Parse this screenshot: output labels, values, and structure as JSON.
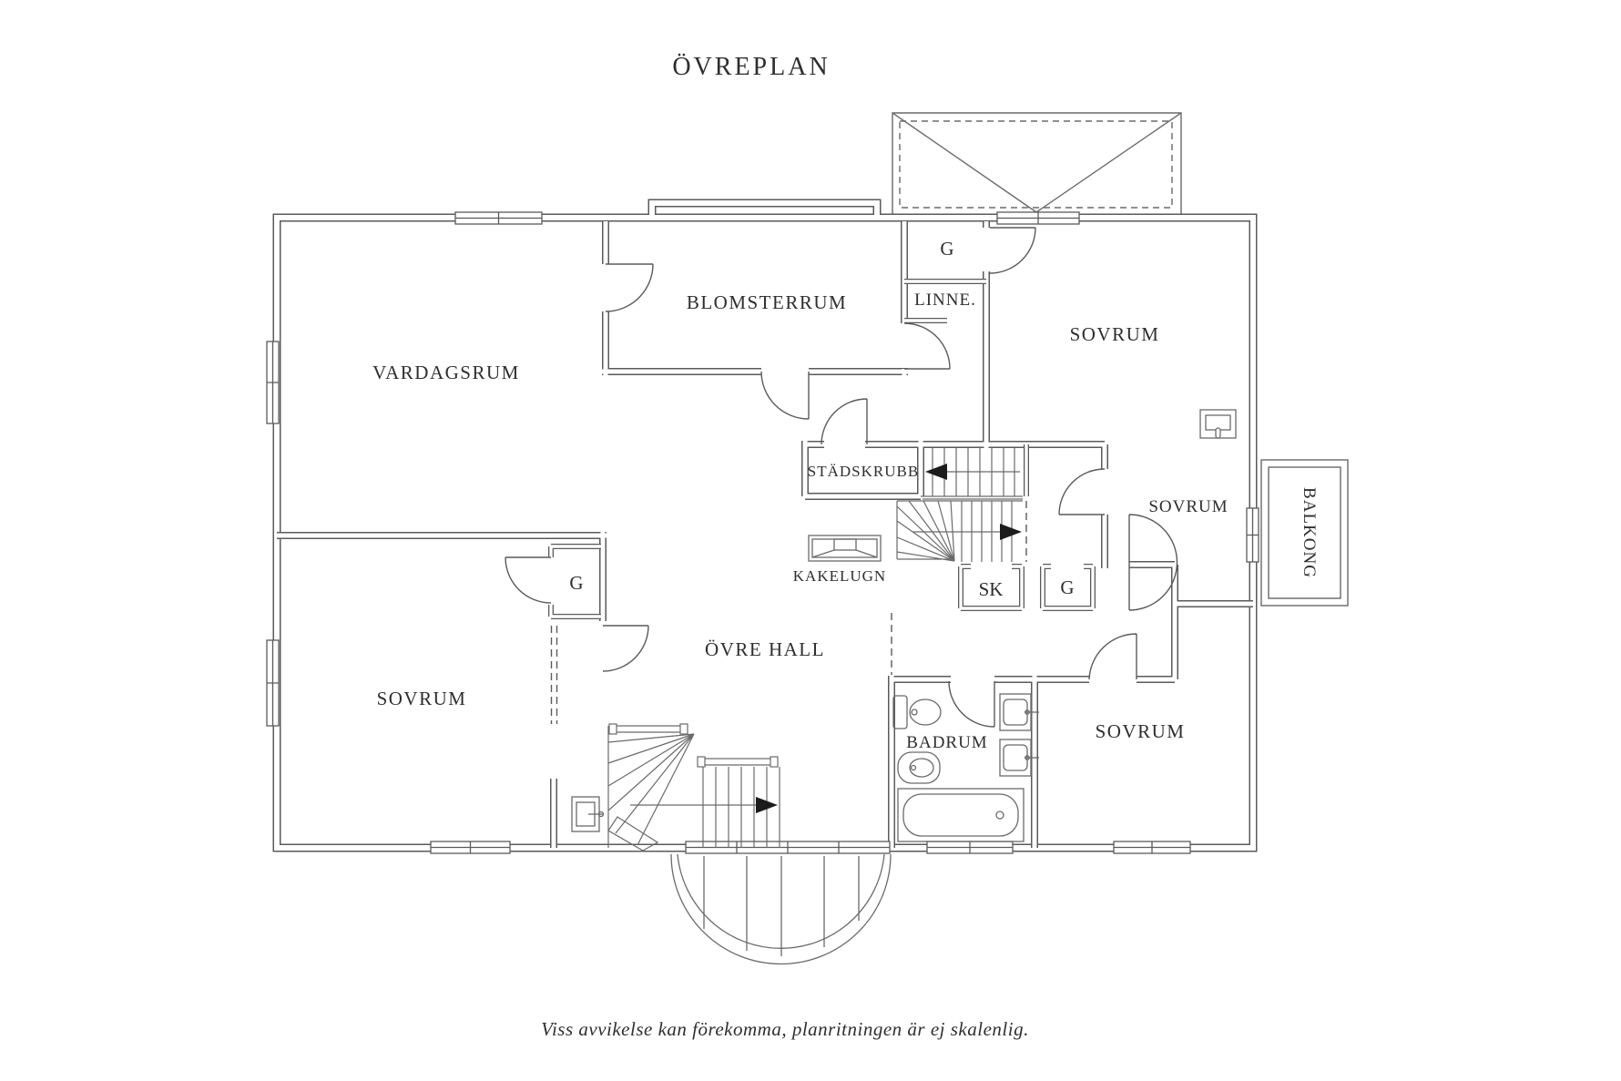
{
  "header": {
    "title": "ÖVREPLAN"
  },
  "footer": {
    "disclaimer": "Viss avvikelse kan förekomma, planritningen är ej skalenlig."
  },
  "rooms": [
    {
      "id": "vardagsrum",
      "label": "VARDAGSRUM"
    },
    {
      "id": "blomsterrum",
      "label": "BLOMSTERRUM"
    },
    {
      "id": "linne",
      "label": "LINNE."
    },
    {
      "id": "garderob-top",
      "label": "G"
    },
    {
      "id": "sovrum-top-right",
      "label": "SOVRUM"
    },
    {
      "id": "stadskrubb",
      "label": "STÄDSKRUBB"
    },
    {
      "id": "kakelugn",
      "label": "KAKELUGN"
    },
    {
      "id": "sovrum-mid-right",
      "label": "SOVRUM"
    },
    {
      "id": "balkong",
      "label": "BALKONG"
    },
    {
      "id": "sk",
      "label": "SK"
    },
    {
      "id": "garderob-mid",
      "label": "G"
    },
    {
      "id": "ovre-hall",
      "label": "ÖVRE HALL"
    },
    {
      "id": "garderob-left",
      "label": "G"
    },
    {
      "id": "sovrum-bottom-left",
      "label": "SOVRUM"
    },
    {
      "id": "badrum",
      "label": "BADRUM"
    },
    {
      "id": "sovrum-bottom-right",
      "label": "SOVRUM"
    }
  ],
  "colors": {
    "wall": "#5a5a5a",
    "text": "#2e2e2e",
    "background": "#ffffff",
    "arrow": "#1c1c1c"
  }
}
